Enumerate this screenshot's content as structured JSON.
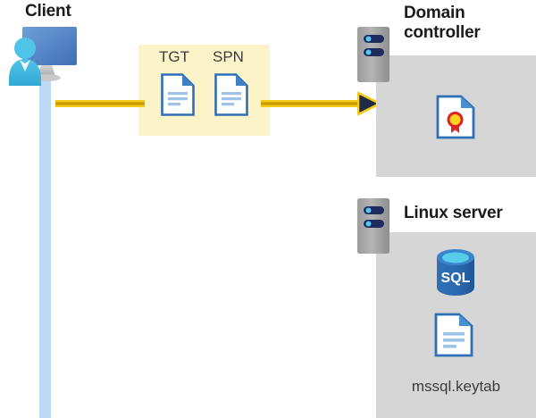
{
  "diagram": {
    "title_client": "Client",
    "title_domain_controller": "Domain\ncontroller",
    "title_linux_server": "Linux server"
  },
  "tokens": {
    "box_color": "#fcf3c8",
    "items": [
      {
        "label": "TGT",
        "icon": "document-icon"
      },
      {
        "label": "SPN",
        "icon": "document-icon"
      }
    ]
  },
  "flow": {
    "arrow_color": "#f6c915",
    "arrow_core_color": "#c99a05",
    "arrowhead_color": "#1f2a44",
    "direction": "client-to-domain-controller"
  },
  "domain_controller": {
    "panel_color": "#d6d6d6",
    "icons": [
      {
        "name": "certificate-icon",
        "label": ""
      }
    ]
  },
  "linux_server": {
    "panel_color": "#d6d6d6",
    "icons": [
      {
        "name": "sql-database-icon",
        "label": "SQL"
      },
      {
        "name": "keytab-file-icon",
        "label": "mssql.keytab"
      }
    ],
    "file_label": "mssql.keytab",
    "sql_label": "SQL"
  },
  "client": {
    "lifeline_color": "#bcd9f5",
    "icon": "client-workstation-icon"
  }
}
